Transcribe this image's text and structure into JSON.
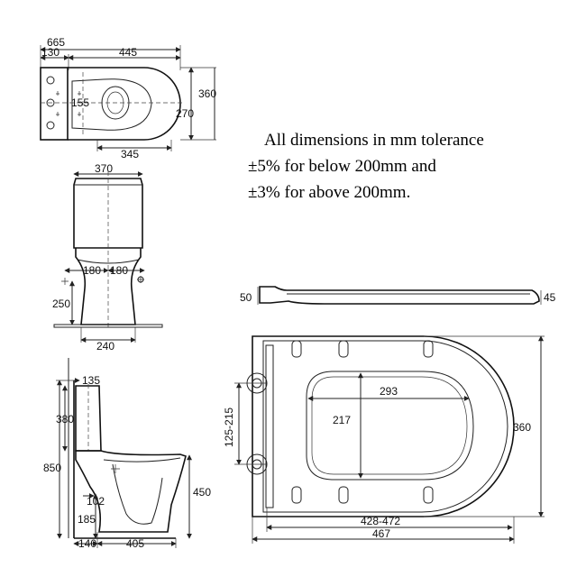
{
  "notes": [
    "All dimensions in mm tolerance",
    "±5% for below 200mm and",
    "±3% for above 200mm."
  ],
  "plan_view": {
    "overall_width": "665",
    "cistern_depth": "130",
    "bowl_length": "445",
    "overall_depth": "360",
    "bowl_width": "270",
    "fixing_offset": "155",
    "bowl_to_front": "345"
  },
  "front_view": {
    "cistern_width": "370",
    "fixing_left": "180",
    "fixing_right": "180",
    "fixing_height": "250",
    "base_width": "240"
  },
  "side_view": {
    "cistern_top": "135",
    "cistern_height": "380",
    "overall_height": "850",
    "rim_height": "450",
    "outlet_height": "102",
    "outlet_offset": "185",
    "wall_to_outlet": "140",
    "outlet_to_front": "405"
  },
  "seat_view": {
    "seat_profile_height": "50",
    "seat_front_height": "45",
    "hinge_range": "125-215",
    "opening_length": "293",
    "opening_width": "217",
    "seat_depth": "360",
    "seat_length_range": "428-472",
    "seat_length": "467"
  }
}
